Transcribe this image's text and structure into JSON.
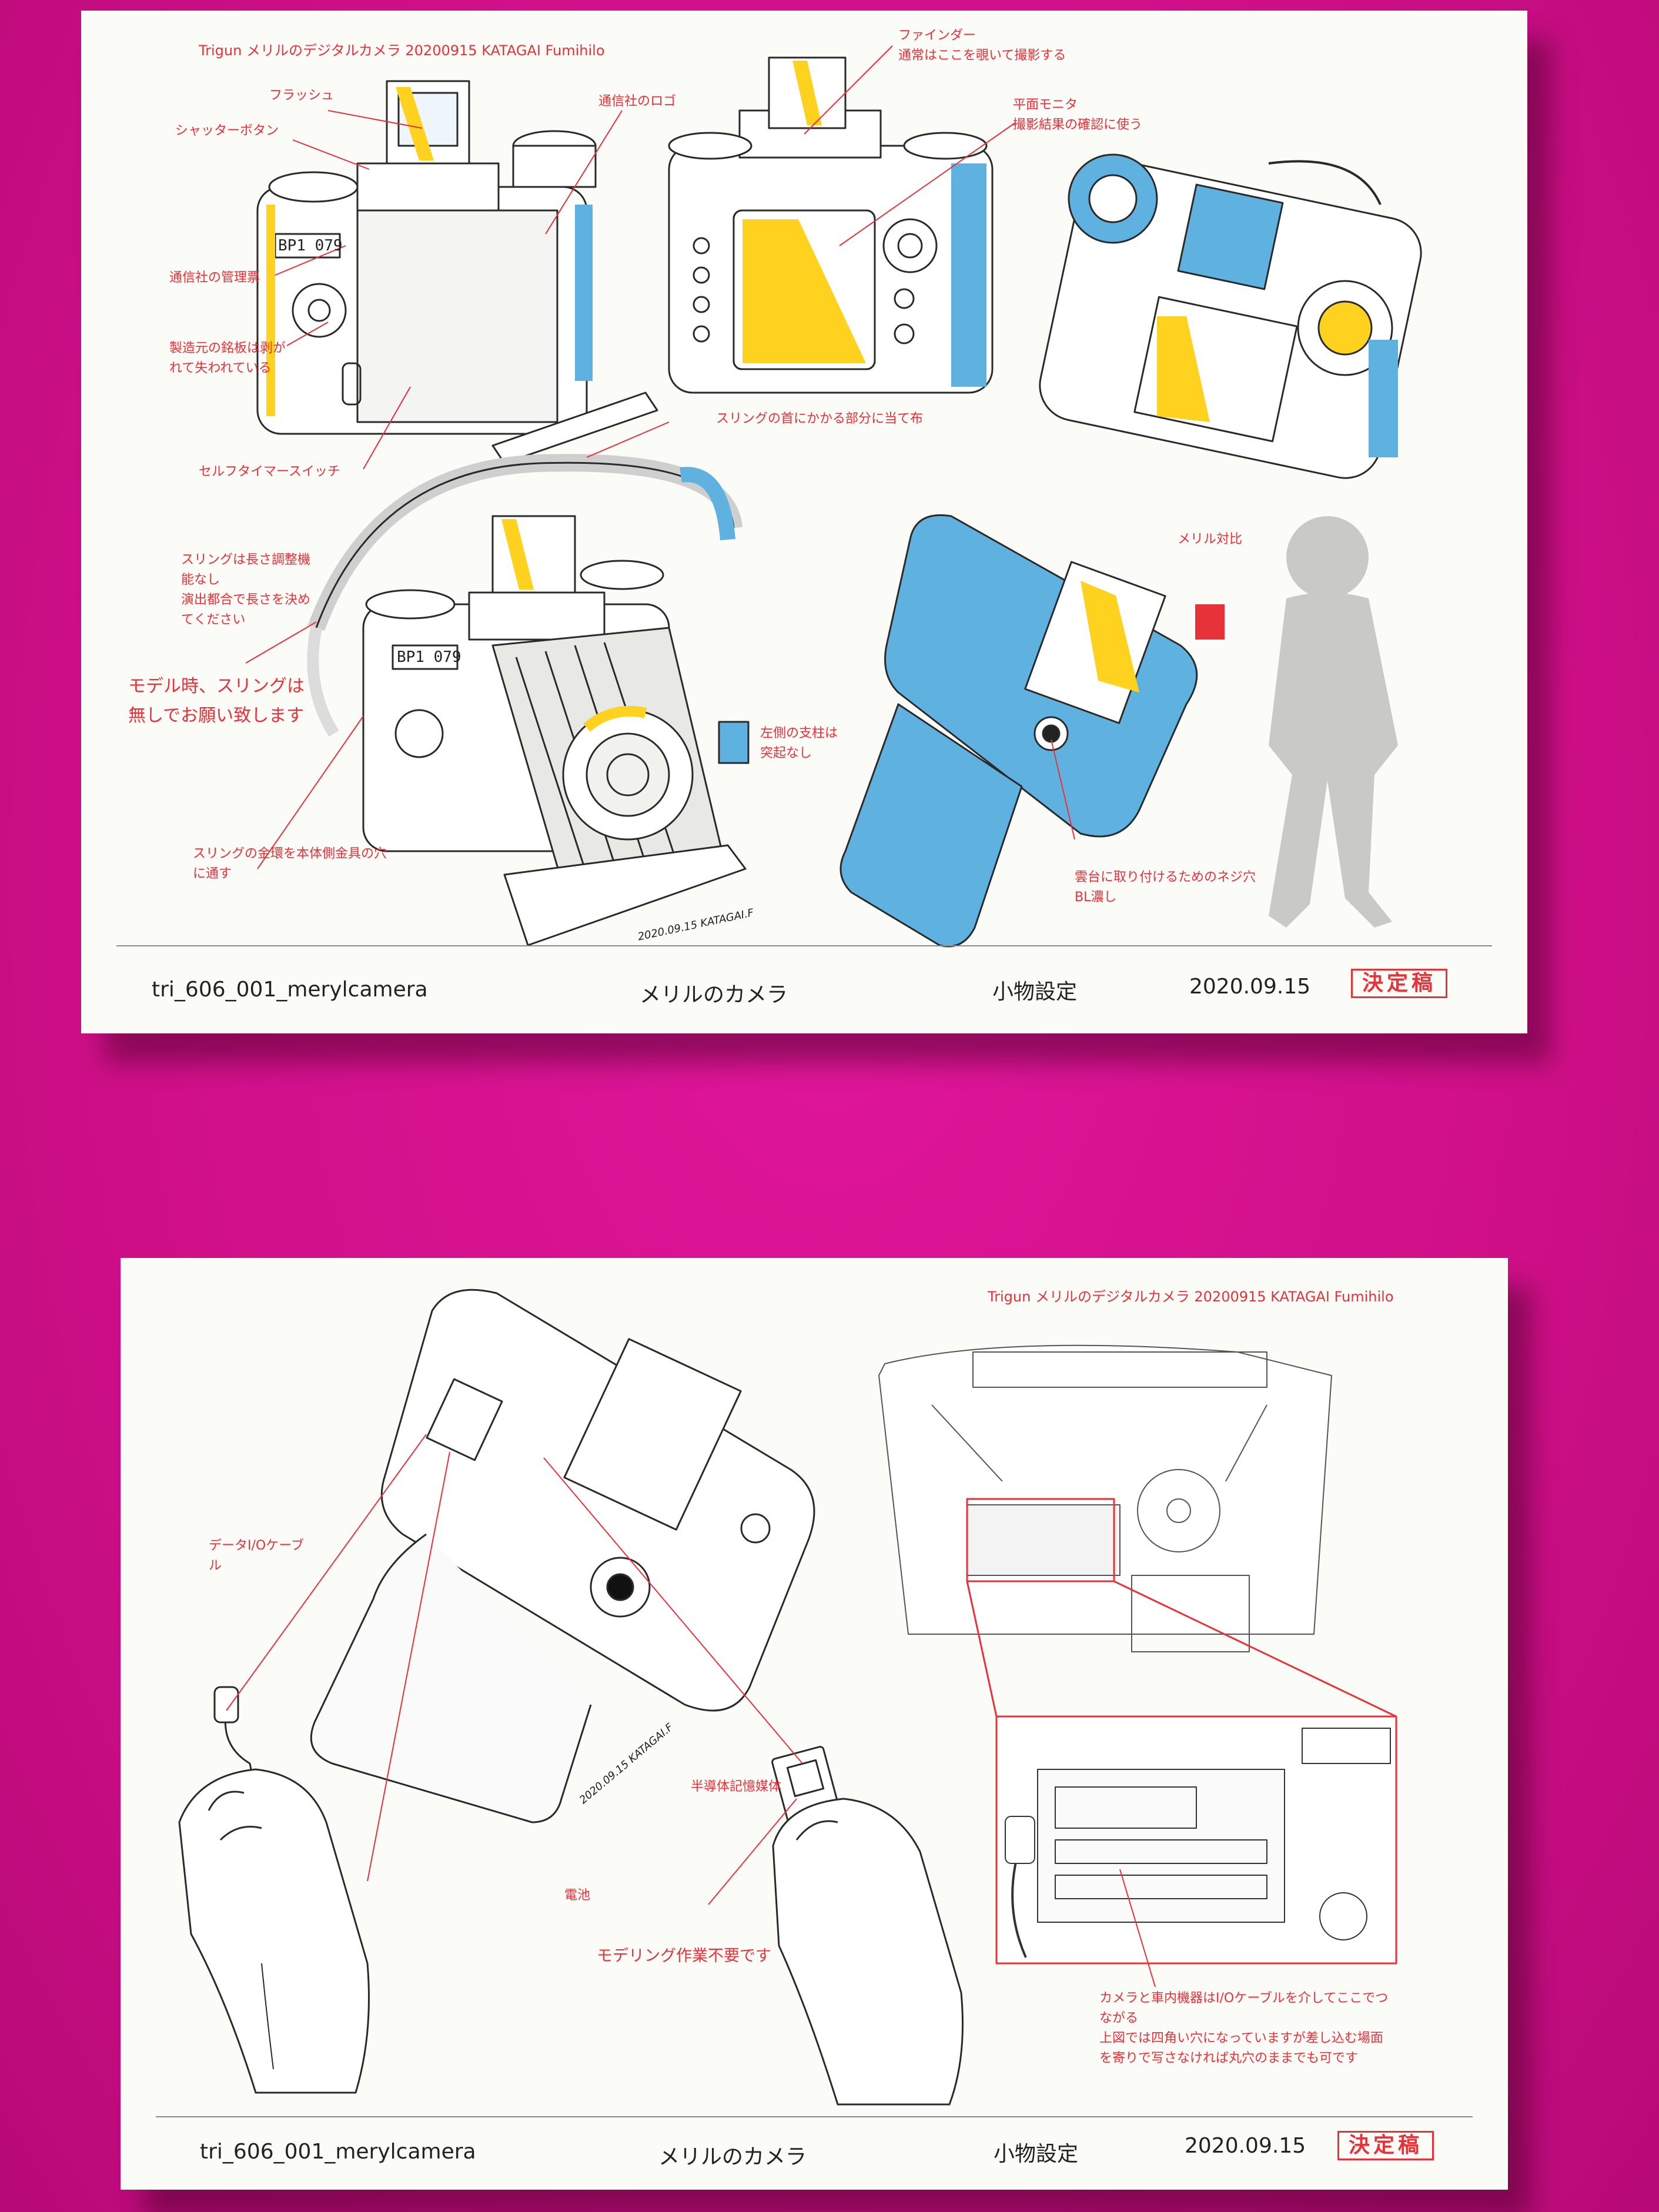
{
  "sheet1": {
    "title": "Trigun メリルのデジタルカメラ 20200915 KATAGAI Fumihilo",
    "labels": {
      "finder": "ファインダー",
      "finder_note": "通常はここを覗いて撮影する",
      "flash": "フラッシュ",
      "shutter": "シャッターボタン",
      "logo": "通信社のロゴ",
      "monitor": "平面モニタ",
      "monitor_note": "撮影結果の確認に使う",
      "mgmt_no": "通信社の管理票",
      "plate_1": "製造元の銘板は剥が",
      "plate_2": "れて失われている",
      "strap_pad": "スリングの首にかかる部分に当て布",
      "timer": "セルフタイマースイッチ",
      "sling_1": "スリングは長さ調整機",
      "sling_2": "能なし",
      "sling_3": "演出都合で長さを決め",
      "sling_4": "てください",
      "model_1": "モデル時、スリングは",
      "model_2": "無しでお願い致します",
      "brace_1": "左側の支柱は",
      "brace_2": "突起なし",
      "sling_metal_1": "スリングの金環を本体側金具の穴",
      "sling_metal_2": "に通す",
      "meryl_compare": "メリル対比",
      "tripod_1": "雲台に取り付けるためのネジ穴",
      "tripod_2": "BL濃し",
      "bp_plate": "BP1 079",
      "signature": "2020.09.15 KATAGAI.F"
    },
    "footer": {
      "code": "tri_606_001_merylcamera",
      "name": "メリルのカメラ",
      "category": "小物設定",
      "date": "2020.09.15",
      "stamp": "決定稿"
    }
  },
  "sheet2": {
    "title": "Trigun メリルのデジタルカメラ 20200915 KATAGAI Fumihilo",
    "labels": {
      "cable_1": "データI/Oケーブ",
      "cable_2": "ル",
      "battery": "電池",
      "memory": "半導体記憶媒体",
      "no_modeling": "モデリング作業不要です",
      "note_1": "カメラと車内機器はI/Oケーブルを介してここでつ",
      "note_2": "ながる",
      "note_3": "上図では四角い穴になっていますが差し込む場面",
      "note_4": "を寄りで写さなければ丸穴のままでも可です",
      "signature": "2020.09.15 KATAGAI.F"
    },
    "footer": {
      "code": "tri_606_001_merylcamera",
      "name": "メリルのカメラ",
      "category": "小物設定",
      "date": "2020.09.15",
      "stamp": "決定稿"
    }
  },
  "colors": {
    "wall": "#d6138f",
    "card": "#fbfbf8",
    "annotation_red": "#e8323a",
    "accent_blue": "#5fb2e0",
    "accent_yellow": "#ffd21f",
    "line": "#2a2a2a"
  }
}
